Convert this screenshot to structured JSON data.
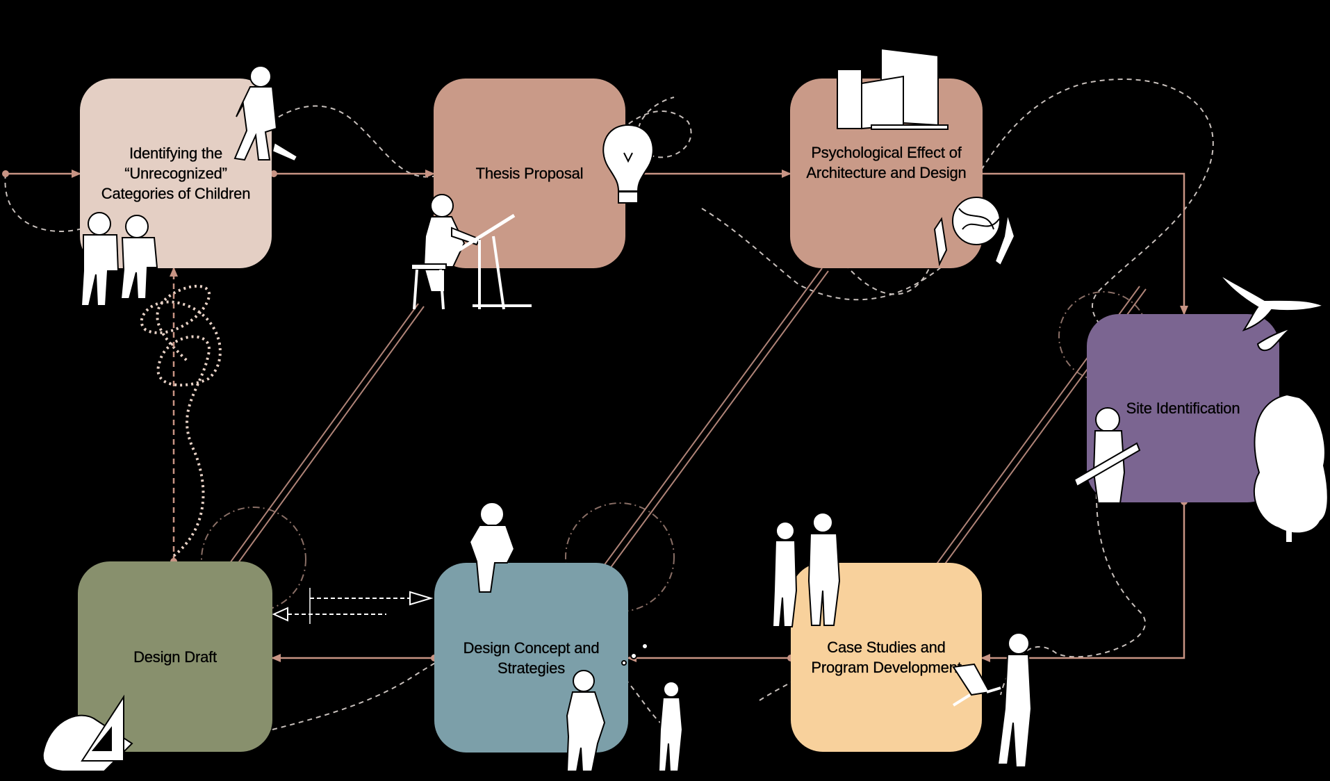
{
  "colors": {
    "background": "#000000",
    "arrow": "#c89484",
    "dashed_path": "#c8c0bc",
    "figure": "#ffffff"
  },
  "nodes": [
    {
      "id": "identifying",
      "label": "Identifying the “Unrecognized” Categories of Children",
      "color": "#e4cfc4"
    },
    {
      "id": "thesis",
      "label": "Thesis Proposal",
      "color": "#c99a88"
    },
    {
      "id": "psychological",
      "label": "Psychological Effect of Architecture and Design",
      "color": "#c99a88"
    },
    {
      "id": "site",
      "label": "Site Identification",
      "color": "#7b6591"
    },
    {
      "id": "case-studies",
      "label": "Case Studies and Program Development",
      "color": "#f8d19c"
    },
    {
      "id": "design-concept",
      "label": "Design Concept and Strategies",
      "color": "#7c9fa9"
    },
    {
      "id": "design-draft",
      "label": "Design Draft",
      "color": "#88906d"
    }
  ],
  "icons": [
    "child-walking-icon",
    "children-sitting-icon",
    "person-drafting-icon",
    "light-bulb-icon",
    "building-model-icon",
    "hands-yarn-icon",
    "flying-birds-icon",
    "architect-icon",
    "tree-icon",
    "people-standing-icon",
    "person-laptop-icon",
    "person-sitting-icon",
    "boy-thinking-icon",
    "boy-icon",
    "blueprint-roll-icon",
    "triangle-ruler-icon",
    "double-arrow-icon"
  ]
}
